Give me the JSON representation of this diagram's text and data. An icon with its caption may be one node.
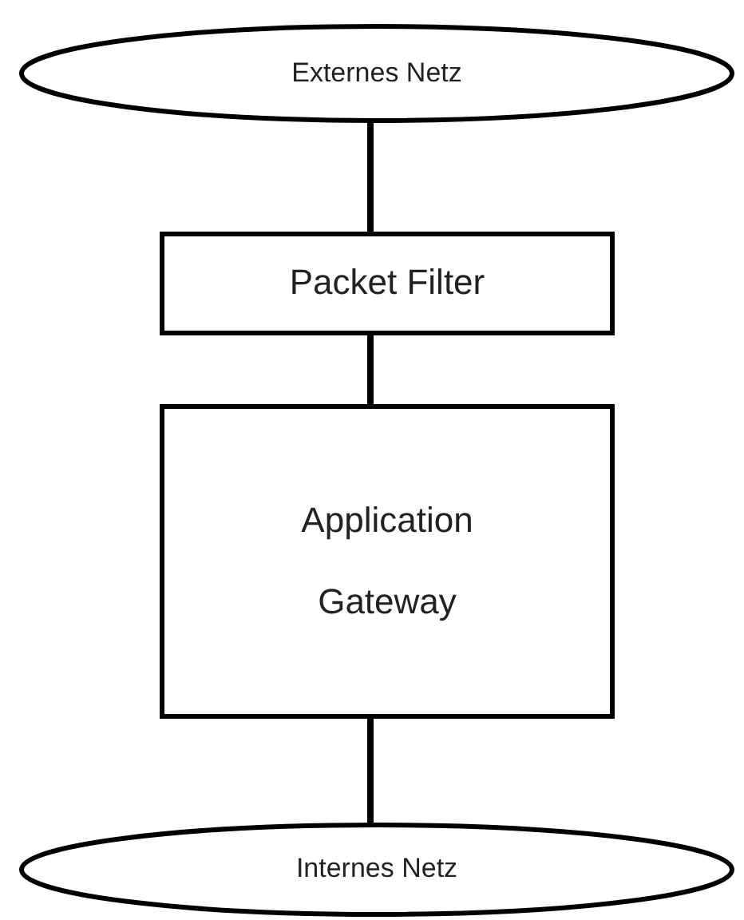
{
  "diagram": {
    "nodes": [
      {
        "text": [
          "Externes Netz"
        ]
      },
      {
        "text": [
          "Packet Filter"
        ]
      },
      {
        "text": [
          "Application Gateway"
        ]
      },
      {
        "text": [
          "Internes Netz"
        ]
      }
    ],
    "edges": [
      {
        "from": 0,
        "to": 1,
        "arrow": "none"
      },
      {
        "from": 1,
        "to": 2,
        "arrow": "none"
      },
      {
        "from": 2,
        "to": 3,
        "arrow": "none"
      }
    ]
  }
}
